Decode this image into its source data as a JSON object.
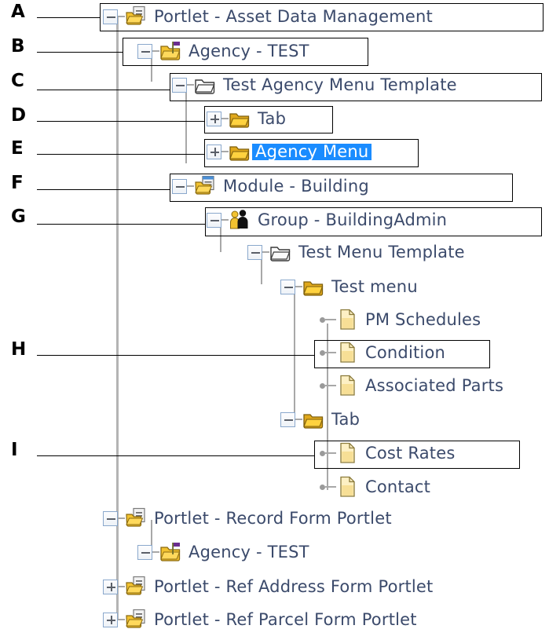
{
  "diagram": {
    "title": "Portlet menu hierarchy tree",
    "selection_color": "#1a8cff",
    "label_color": "#3b4a6b",
    "callout_border_color": "#000000"
  },
  "annotations": [
    {
      "letter": "A",
      "target": "Portlet - Asset Data Management"
    },
    {
      "letter": "B",
      "target": "Agency - TEST"
    },
    {
      "letter": "C",
      "target": "Test Agency Menu Template"
    },
    {
      "letter": "D",
      "target": "Tab"
    },
    {
      "letter": "E",
      "target": "Agency Menu"
    },
    {
      "letter": "F",
      "target": "Module - Building"
    },
    {
      "letter": "G",
      "target": "Group - BuildingAdmin"
    },
    {
      "letter": "H",
      "target": "Condition"
    },
    {
      "letter": "I",
      "target": "Cost Rates"
    }
  ],
  "tree": {
    "nodes": [
      {
        "id": "n0",
        "label": "Portlet - Asset Data Management",
        "icon": "portlet-icon",
        "expander": "minus",
        "depth": 0,
        "selected": false
      },
      {
        "id": "n1",
        "label": "Agency - TEST",
        "icon": "agency-icon",
        "expander": "minus",
        "depth": 1,
        "selected": false
      },
      {
        "id": "n2",
        "label": "Test Agency Menu Template",
        "icon": "template-icon",
        "expander": "minus",
        "depth": 2,
        "selected": false
      },
      {
        "id": "n3",
        "label": "Tab",
        "icon": "folder-icon",
        "expander": "plus",
        "depth": 3,
        "selected": false
      },
      {
        "id": "n4",
        "label": "Agency Menu",
        "icon": "folder-icon",
        "expander": "plus",
        "depth": 3,
        "selected": true
      },
      {
        "id": "n5",
        "label": "Module - Building",
        "icon": "module-icon",
        "expander": "minus",
        "depth": 2,
        "selected": false
      },
      {
        "id": "n6",
        "label": "Group - BuildingAdmin",
        "icon": "group-icon",
        "expander": "minus",
        "depth": 3,
        "selected": false
      },
      {
        "id": "n7",
        "label": "Test Menu Template",
        "icon": "template-icon",
        "expander": "minus",
        "depth": 4,
        "selected": false
      },
      {
        "id": "n8",
        "label": "Test menu",
        "icon": "folder-icon",
        "expander": "minus",
        "depth": 5,
        "selected": false
      },
      {
        "id": "n9",
        "label": "PM Schedules",
        "icon": "page-icon",
        "expander": "none",
        "depth": 6,
        "selected": false
      },
      {
        "id": "n10",
        "label": "Condition",
        "icon": "page-icon",
        "expander": "none",
        "depth": 6,
        "selected": false
      },
      {
        "id": "n11",
        "label": "Associated Parts",
        "icon": "page-icon",
        "expander": "none",
        "depth": 6,
        "selected": false
      },
      {
        "id": "n12",
        "label": "Tab",
        "icon": "folder-icon",
        "expander": "minus",
        "depth": 5,
        "selected": false
      },
      {
        "id": "n13",
        "label": "Cost Rates",
        "icon": "page-icon",
        "expander": "none",
        "depth": 6,
        "selected": false
      },
      {
        "id": "n14",
        "label": "Contact",
        "icon": "page-icon",
        "expander": "none",
        "depth": 6,
        "selected": false
      },
      {
        "id": "n15",
        "label": "Portlet - Record Form Portlet",
        "icon": "portlet-icon",
        "expander": "minus",
        "depth": 0,
        "selected": false
      },
      {
        "id": "n16",
        "label": "Agency - TEST",
        "icon": "agency-icon",
        "expander": "minus",
        "depth": 1,
        "selected": false
      },
      {
        "id": "n17",
        "label": "Portlet - Ref Address Form Portlet",
        "icon": "portlet-icon",
        "expander": "plus",
        "depth": 0,
        "selected": false
      },
      {
        "id": "n18",
        "label": "Portlet - Ref Parcel Form Portlet",
        "icon": "portlet-icon",
        "expander": "plus",
        "depth": 0,
        "selected": false
      }
    ]
  }
}
